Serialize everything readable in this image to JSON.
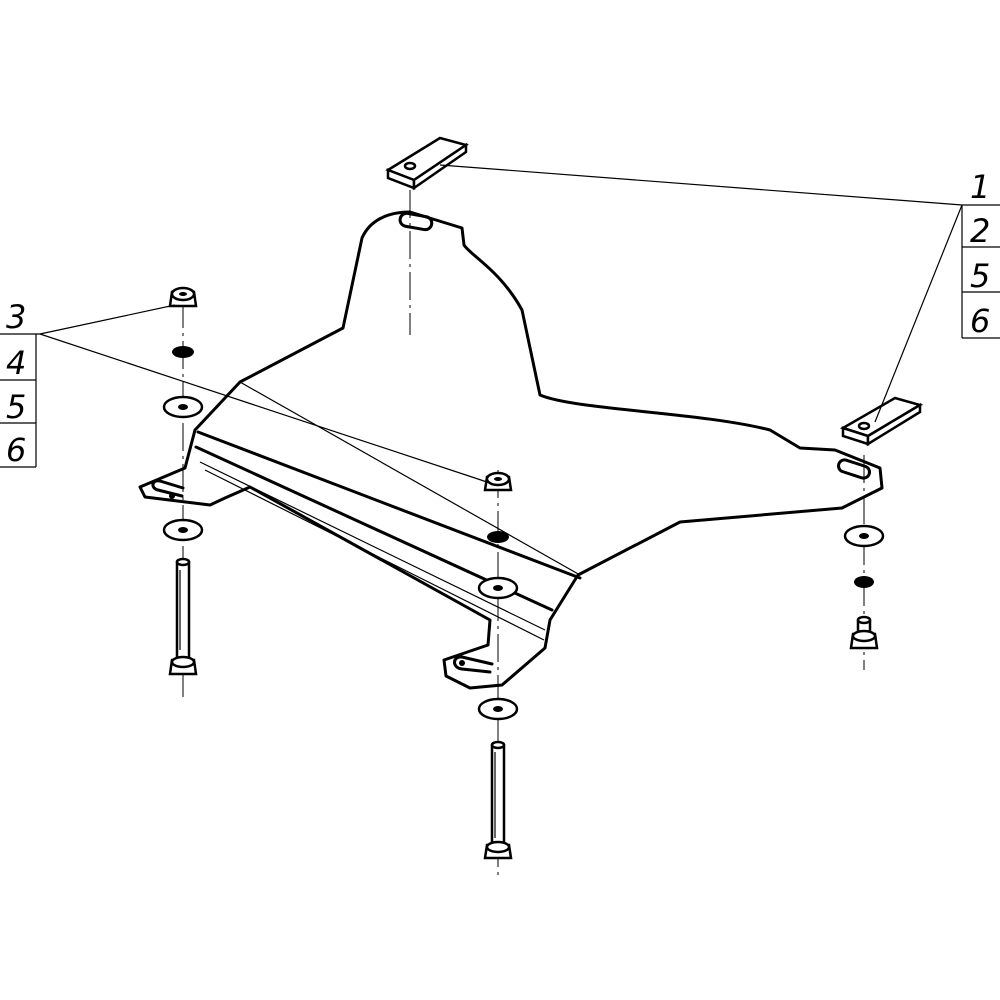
{
  "callouts": {
    "right": [
      "1",
      "2",
      "5",
      "6"
    ],
    "left": [
      "3",
      "4",
      "5",
      "6"
    ]
  },
  "colors": {
    "line": "#000000",
    "background": "#ffffff"
  }
}
